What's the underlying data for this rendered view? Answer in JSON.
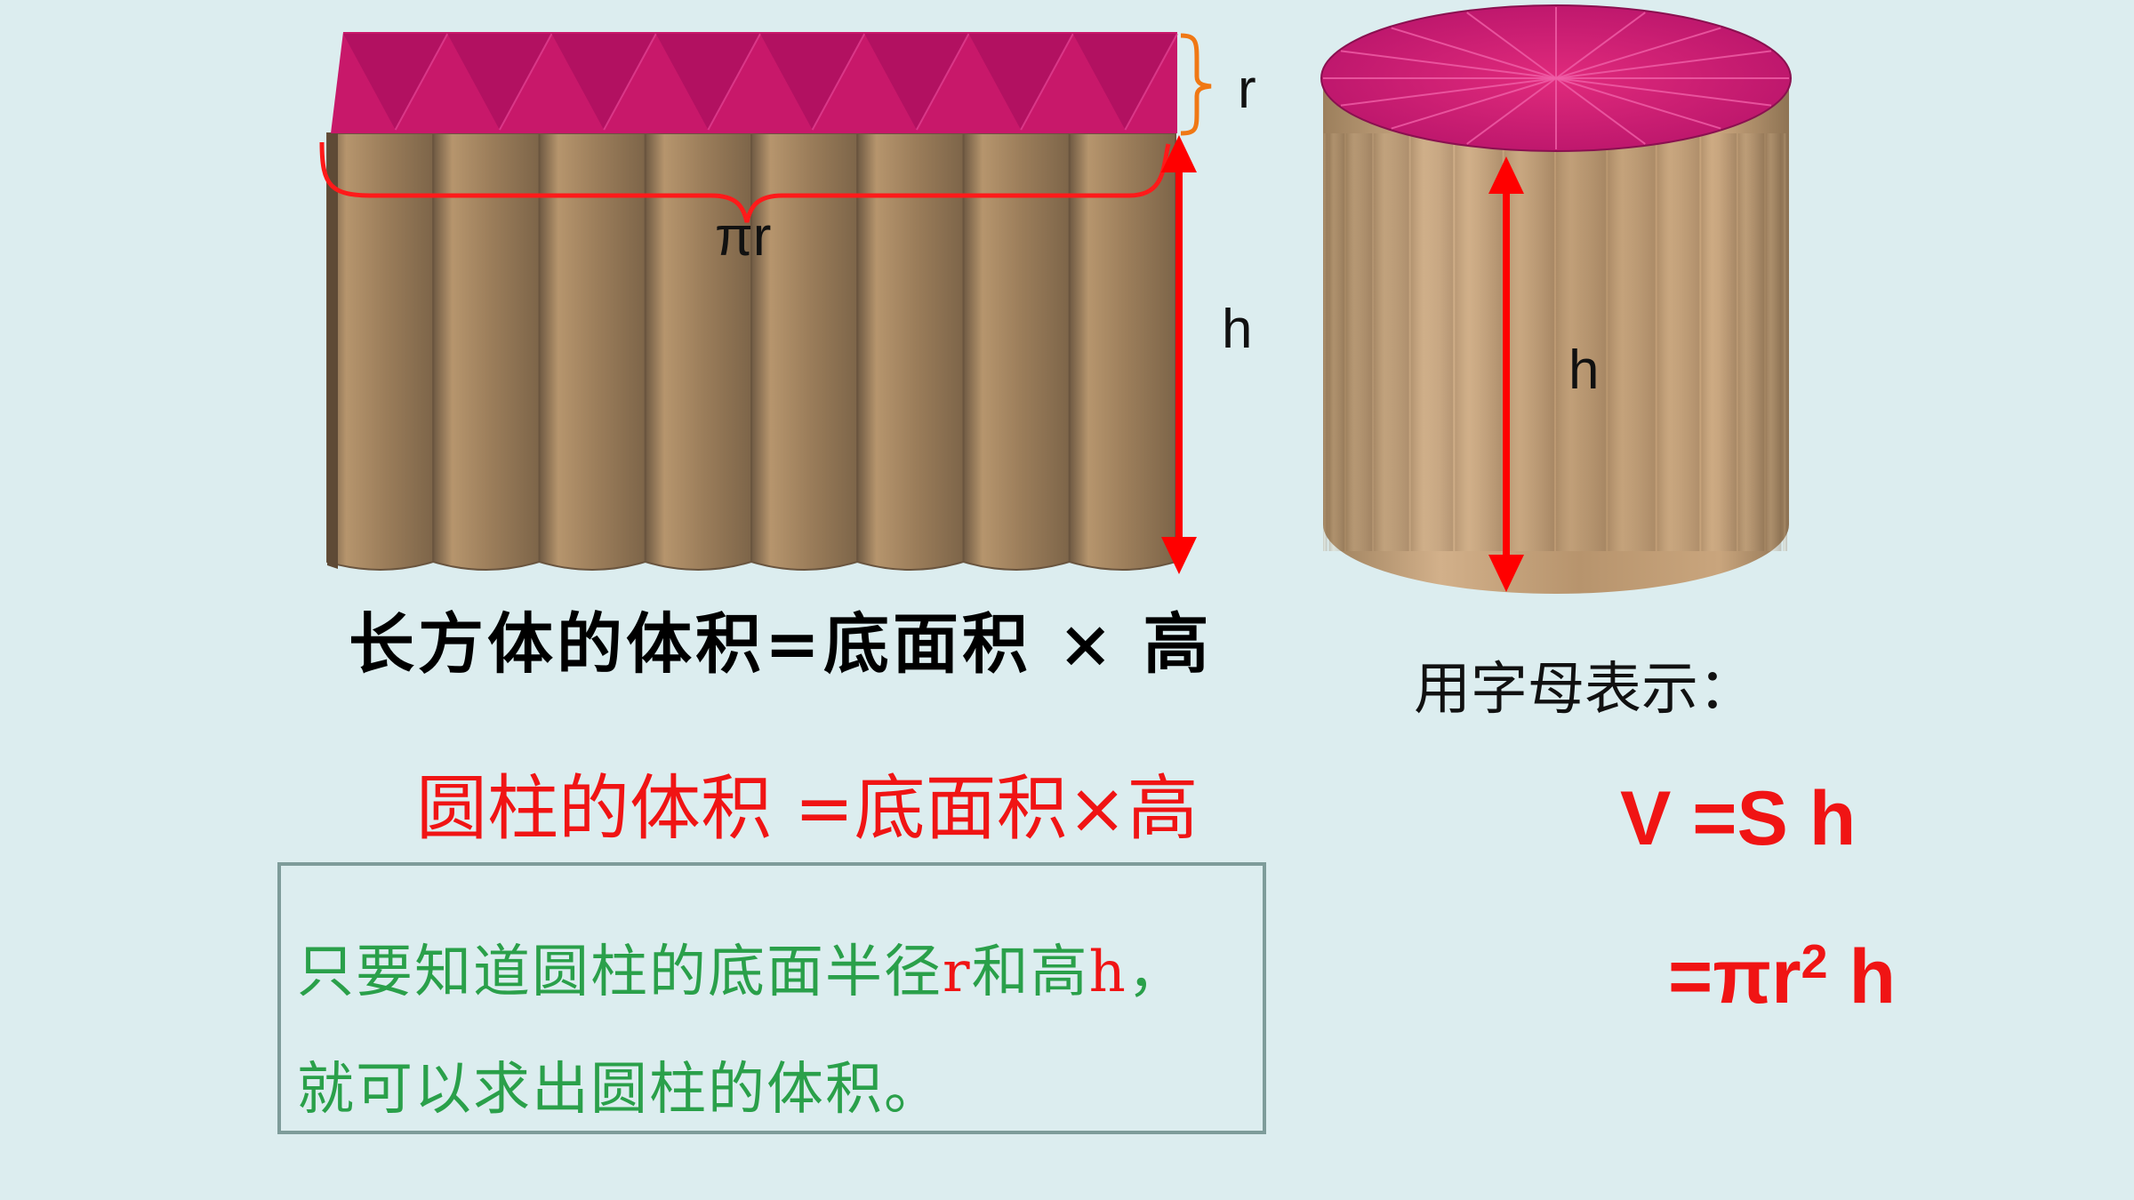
{
  "labels": {
    "r_right": "r",
    "pi_r": "πr",
    "h_cuboid": "h",
    "h_cylinder": "h"
  },
  "formulas": {
    "cuboid": "长方体的体积=底面积 × 高",
    "cylinder": "圆柱的体积 =底面积×高",
    "letters_label": "用字母表示：",
    "v_eq_sh": "V  =S h",
    "v_eq_pir_prefix": "=πr",
    "v_eq_pir_sup": "2",
    "v_eq_pir_suffix": " h"
  },
  "note": {
    "line1_a": "只要知道圆柱的底面半径",
    "line1_r": "r",
    "line1_b": "和高",
    "line1_h": "h",
    "line1_c": "，",
    "line2": "就可以求出圆柱的体积。"
  },
  "colors": {
    "background": "#dcedef",
    "top_magenta": "#c8186a",
    "body_tan": "#a8875e",
    "arrow_red": "#ff0000",
    "brace_orange": "#f07814",
    "formula_red": "#f01414",
    "note_green": "#2aa04a"
  }
}
